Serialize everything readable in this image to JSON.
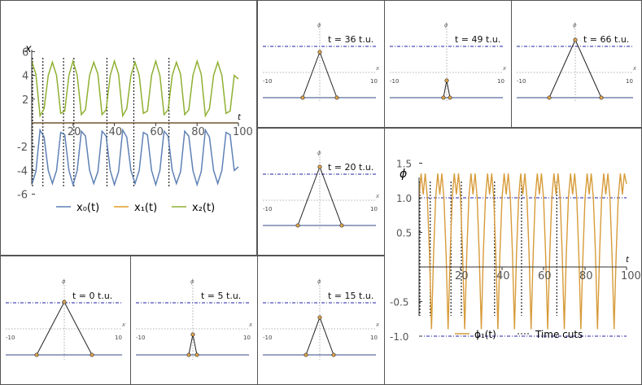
{
  "colors": {
    "x0": "#5E81B5",
    "x1": "#E19C24",
    "x2": "#8FB032",
    "phi": "#D79B39",
    "frame": "#555555",
    "dash_blue": "#1F1FA8",
    "axis_gray": "#9a9a9a",
    "node_fill": "#E2A54A",
    "bond": "#222222",
    "floor": "#5B6E9E"
  },
  "main_chart": {
    "x_axis_label": "t",
    "y_axis_label": "x",
    "x_ticks": [
      "20",
      "40",
      "60",
      "80",
      "100"
    ],
    "y_ticks": [
      "-6",
      "-4",
      "-2",
      "2",
      "4",
      "6"
    ],
    "legend": [
      {
        "key": "x0",
        "text": "x₀(t)"
      },
      {
        "key": "x1",
        "text": "x₁(t)"
      },
      {
        "key": "x2",
        "text": "x₂(t)"
      }
    ]
  },
  "phi_chart": {
    "x_axis_label": "t",
    "y_axis_label": "ϕ",
    "x_ticks": [
      "20",
      "40",
      "60",
      "80",
      "100"
    ],
    "y_ticks": [
      "1.5",
      "1.0",
      "0.5",
      "-0.5",
      "-1.0"
    ],
    "legend": [
      {
        "key": "phi",
        "text": "ϕ₁(t)"
      },
      {
        "key": "cuts",
        "text": "Time cuts"
      }
    ]
  },
  "snapshots": [
    {
      "label": "t = 36 t.u.",
      "axis_label": "ϕ",
      "x_label": "x",
      "tick_neg": "-10",
      "tick_pos": "10"
    },
    {
      "label": "t = 49 t.u.",
      "axis_label": "ϕ",
      "x_label": "x",
      "tick_neg": "-10",
      "tick_pos": "10"
    },
    {
      "label": "t = 66 t.u.",
      "axis_label": "ϕ",
      "x_label": "x",
      "tick_neg": "-10",
      "tick_pos": "10"
    },
    {
      "label": "t = 20 t.u.",
      "axis_label": "ϕ",
      "x_label": "x",
      "tick_neg": "-10",
      "tick_pos": "10"
    },
    {
      "label": "t = 0 t.u.",
      "axis_label": "ϕ",
      "x_label": "x",
      "tick_neg": "-10",
      "tick_pos": "10"
    },
    {
      "label": "t = 5 t.u.",
      "axis_label": "ϕ",
      "x_label": "x",
      "tick_neg": "-10",
      "tick_pos": "10"
    },
    {
      "label": "t = 15 t.u.",
      "axis_label": "ϕ",
      "x_label": "x",
      "tick_neg": "-10",
      "tick_pos": "10"
    }
  ],
  "chart_data": [
    {
      "type": "line",
      "xlabel": "t",
      "ylabel": "x",
      "xlim": [
        0,
        100
      ],
      "ylim": [
        -6,
        6
      ],
      "grid": false,
      "legend_position": "bottom",
      "series": [
        {
          "name": "x₀(t)",
          "x": [
            0,
            2,
            4,
            6,
            8,
            10,
            12,
            14,
            16,
            18,
            20,
            22,
            24,
            26,
            28,
            30,
            32,
            34,
            36,
            38,
            40,
            42,
            44,
            46,
            48,
            50,
            52,
            54,
            56,
            58,
            60,
            62,
            64,
            66,
            68,
            70,
            72,
            74,
            76,
            78,
            80,
            82,
            84,
            86,
            88,
            90,
            92,
            94,
            96,
            98,
            100
          ],
          "values": [
            -5.2,
            -4.1,
            -0.6,
            -1.2,
            -4.0,
            -5.1,
            -4.0,
            -0.8,
            -1.0,
            -4.0,
            -5.2,
            -4.0,
            -0.7,
            -1.1,
            -4.0,
            -5.1,
            -4.1,
            -0.7,
            -1.1,
            -4.0,
            -5.2,
            -4.1,
            -0.6,
            -1.2,
            -4.0,
            -5.1,
            -4.0,
            -0.8,
            -1.0,
            -4.0,
            -5.2,
            -4.0,
            -0.7,
            -1.1,
            -4.0,
            -5.1,
            -4.1,
            -0.7,
            -1.1,
            -4.0,
            -5.2,
            -4.1,
            -0.6,
            -1.2,
            -4.0,
            -5.1,
            -4.0,
            -0.8,
            -1.0,
            -4.0,
            -3.7
          ]
        },
        {
          "name": "x₁(t)",
          "x": [
            0,
            100
          ],
          "values": [
            0,
            0
          ]
        },
        {
          "name": "x₂(t)",
          "x": [
            0,
            2,
            4,
            6,
            8,
            10,
            12,
            14,
            16,
            18,
            20,
            22,
            24,
            26,
            28,
            30,
            32,
            34,
            36,
            38,
            40,
            42,
            44,
            46,
            48,
            50,
            52,
            54,
            56,
            58,
            60,
            62,
            64,
            66,
            68,
            70,
            72,
            74,
            76,
            78,
            80,
            82,
            84,
            86,
            88,
            90,
            92,
            94,
            96,
            98,
            100
          ],
          "values": [
            5.2,
            4.1,
            0.6,
            1.2,
            4.0,
            5.1,
            4.0,
            0.8,
            1.0,
            4.0,
            5.2,
            4.0,
            0.7,
            1.1,
            4.0,
            5.1,
            4.1,
            0.7,
            1.1,
            4.0,
            5.2,
            4.1,
            0.6,
            1.2,
            4.0,
            5.1,
            4.0,
            0.8,
            1.0,
            4.0,
            5.2,
            4.0,
            0.7,
            1.1,
            4.0,
            5.1,
            4.1,
            0.7,
            1.1,
            4.0,
            5.2,
            4.1,
            0.6,
            1.2,
            4.0,
            5.1,
            4.0,
            0.8,
            1.0,
            4.0,
            3.7
          ]
        }
      ],
      "time_cuts": [
        0,
        5,
        15,
        20,
        36,
        49,
        66
      ]
    },
    {
      "type": "line",
      "xlabel": "t",
      "ylabel": "ϕ",
      "xlim": [
        0,
        100
      ],
      "ylim": [
        -1.1,
        1.6
      ],
      "reference_lines": [
        1.0,
        -1.0
      ],
      "grid": false,
      "legend_position": "bottom",
      "series": [
        {
          "name": "ϕ₁(t)",
          "x": [
            0,
            1,
            2,
            3,
            4,
            5,
            6,
            7,
            8,
            9,
            10,
            11,
            12,
            13,
            14,
            15,
            16,
            17,
            18,
            19,
            20,
            21,
            22,
            23,
            24,
            25,
            26,
            27,
            28,
            29,
            30,
            31,
            32,
            33,
            34,
            35,
            36,
            37,
            38,
            39,
            40,
            41,
            42,
            43,
            44,
            45,
            46,
            47,
            48,
            49,
            50,
            51,
            52,
            53,
            54,
            55,
            56,
            57,
            58,
            59,
            60,
            61,
            62,
            63,
            64,
            65,
            66,
            67,
            68,
            69,
            70,
            71,
            72,
            73,
            74,
            75,
            76,
            77,
            78,
            79,
            80,
            81,
            82,
            83,
            84,
            85,
            86,
            87,
            88,
            89,
            90,
            91,
            92,
            93,
            94,
            95,
            96,
            97,
            98,
            99,
            100
          ],
          "values": [
            1.0,
            1.35,
            1.05,
            1.35,
            1.0,
            0.2,
            -0.9,
            0.2,
            1.0,
            1.35,
            1.05,
            1.35,
            1.0,
            0.2,
            -0.9,
            0.2,
            1.0,
            1.35,
            1.05,
            1.35,
            1.0,
            0.2,
            -0.9,
            0.2,
            1.0,
            1.35,
            1.05,
            1.35,
            1.0,
            0.2,
            -0.9,
            0.2,
            1.0,
            1.35,
            1.05,
            1.35,
            1.0,
            0.2,
            -0.9,
            0.2,
            1.0,
            1.35,
            1.05,
            1.35,
            1.0,
            0.2,
            -0.9,
            0.2,
            1.0,
            1.35,
            1.05,
            1.35,
            1.0,
            0.2,
            -0.9,
            0.2,
            1.0,
            1.35,
            1.05,
            1.35,
            1.0,
            0.2,
            -0.9,
            0.2,
            1.0,
            1.35,
            1.05,
            1.35,
            1.0,
            0.2,
            -0.9,
            0.2,
            1.0,
            1.35,
            1.05,
            1.35,
            1.0,
            0.2,
            -0.9,
            0.2,
            1.0,
            1.35,
            1.05,
            1.35,
            1.0,
            0.2,
            -0.9,
            0.2,
            1.0,
            1.35,
            1.05,
            1.35,
            1.0,
            0.2,
            -0.9,
            0.2,
            1.0,
            1.35,
            1.05,
            1.35,
            1.2
          ]
        }
      ],
      "time_cuts": [
        0,
        5,
        15,
        20,
        36,
        49,
        66
      ]
    }
  ]
}
